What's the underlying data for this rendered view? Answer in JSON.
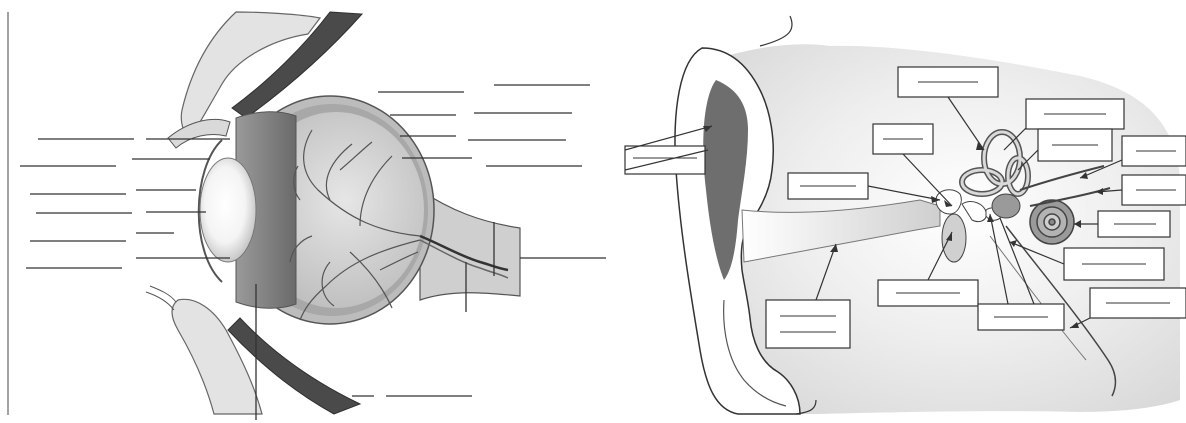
{
  "panels": {
    "eye": {
      "subject": "eye-anatomy-diagram",
      "blank_label_count": 25
    },
    "ear": {
      "subject": "ear-anatomy-diagram",
      "blank_label_count": 17
    }
  },
  "colors": {
    "ink": "#2b2b2b",
    "leader_line": "#333333",
    "bone_fill": "#e3e3e3",
    "sclera_fill": "#bcbcbc",
    "retina_fill": "#cfcfcf",
    "vessel": "#555555",
    "muscle": "#4a4a4a",
    "ear_canal_dark": "#6e6e6e",
    "box_fill": "#ffffff"
  },
  "icons": [
    "eye-cross-section-icon",
    "ear-cross-section-icon"
  ]
}
